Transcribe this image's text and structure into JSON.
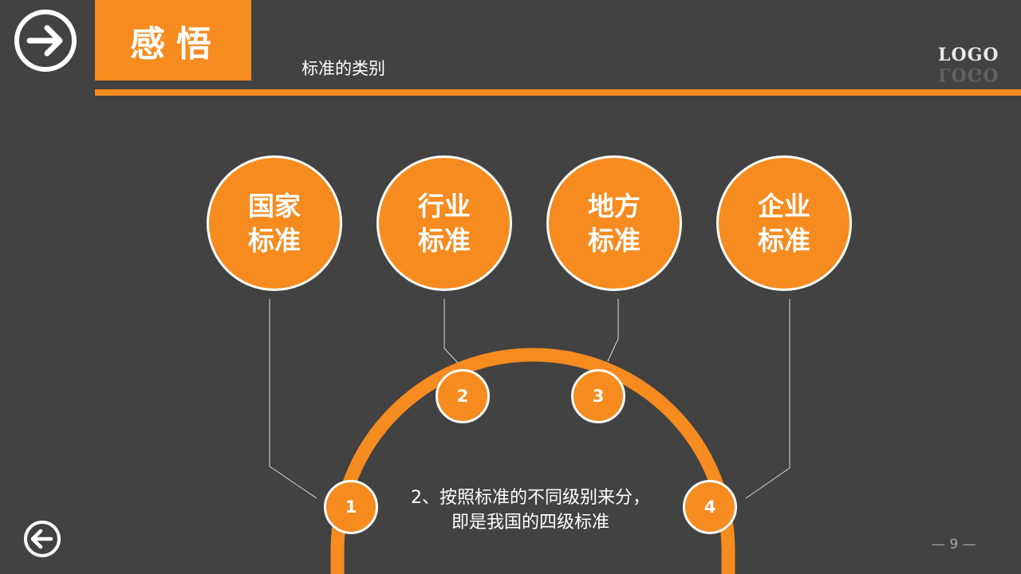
{
  "header": {
    "title": "感悟",
    "subtitle": "标准的类别",
    "logo": "LOGO"
  },
  "circles": [
    {
      "line1": "国家",
      "line2": "标准"
    },
    {
      "line1": "行业",
      "line2": "标准"
    },
    {
      "line1": "地方",
      "line2": "标准"
    },
    {
      "line1": "企业",
      "line2": "标准"
    }
  ],
  "steps": [
    "1",
    "2",
    "3",
    "4"
  ],
  "caption": {
    "line1": "2、按照标准的不同级别来分，",
    "line2": "即是我国的四级标准"
  },
  "footer": {
    "page_number": "— 9 —"
  },
  "colors": {
    "background": "#424242",
    "accent": "#f68b1f",
    "text": "#ffffff"
  },
  "icons": {
    "next": "arrow-right-circle-icon",
    "back": "arrow-left-circle-icon"
  }
}
